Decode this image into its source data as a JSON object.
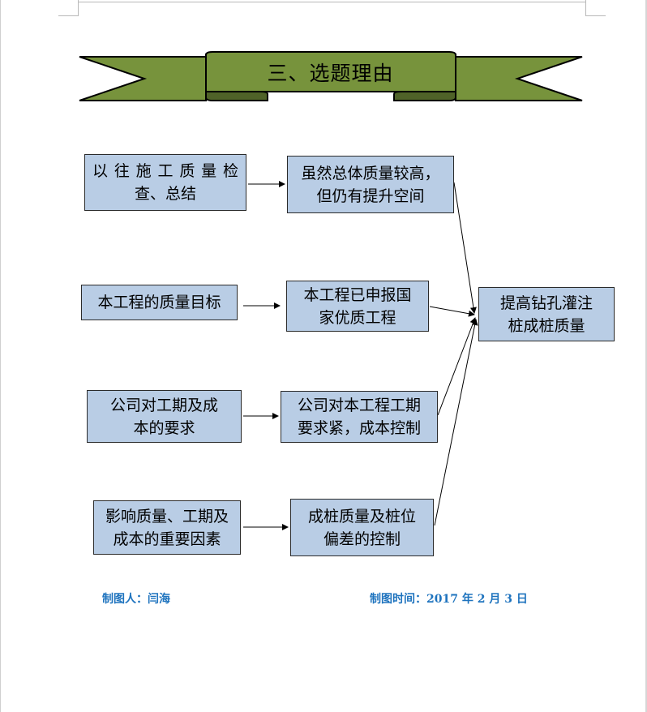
{
  "banner": {
    "title": "三、选题理由"
  },
  "left_column": [
    {
      "lines": [
        "以 往 施 工 质 量 检",
        "查、总结"
      ]
    },
    {
      "lines": [
        "本工程的质量目标"
      ]
    },
    {
      "lines": [
        "公司对工期及成",
        "本的要求"
      ]
    },
    {
      "lines": [
        "影响质量、工期及",
        "成本的重要因素"
      ]
    }
  ],
  "middle_column": [
    {
      "lines": [
        "虽然总体质量较高，",
        "但仍有提升空间"
      ]
    },
    {
      "lines": [
        "本工程已申报国",
        "家优质工程"
      ]
    },
    {
      "lines": [
        "公司对本工程工期",
        "要求紧，成本控制"
      ]
    },
    {
      "lines": [
        "成桩质量及桩位",
        "偏差的控制"
      ]
    }
  ],
  "target": {
    "lines": [
      "提高钻孔灌注",
      "桩成桩质量"
    ]
  },
  "footer": {
    "author": "制图人：闫海",
    "date": "制图时间：2017 年 2 月 3 日"
  },
  "colors": {
    "box_fill": "#b9cde5",
    "banner_fill": "#77933c",
    "footer_text": "#1e73be"
  }
}
